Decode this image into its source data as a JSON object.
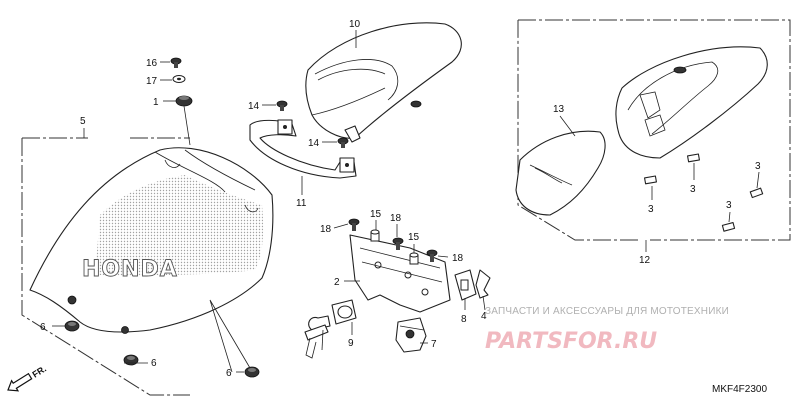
{
  "callouts": {
    "c1": "1",
    "c2": "2",
    "c3a": "3",
    "c3b": "3",
    "c3c": "3",
    "c3d": "3",
    "c4": "4",
    "c5": "5",
    "c6a": "6",
    "c6b": "6",
    "c6c": "6",
    "c7": "7",
    "c8": "8",
    "c9": "9",
    "c10": "10",
    "c11": "11",
    "c12": "12",
    "c13": "13",
    "c14a": "14",
    "c14b": "14",
    "c15a": "15",
    "c15b": "15",
    "c16": "16",
    "c17": "17",
    "c18a": "18",
    "c18b": "18",
    "c18c": "18"
  },
  "brand_mark": "HONDA",
  "direction_label": "FR.",
  "watermark": {
    "line1": "ЗАПЧАСТИ И АКСЕССУАРЫ ДЛЯ МОТОТЕХНИКИ",
    "logo": "PARTSFOR.RU"
  },
  "part_code": "MKF4F2300"
}
